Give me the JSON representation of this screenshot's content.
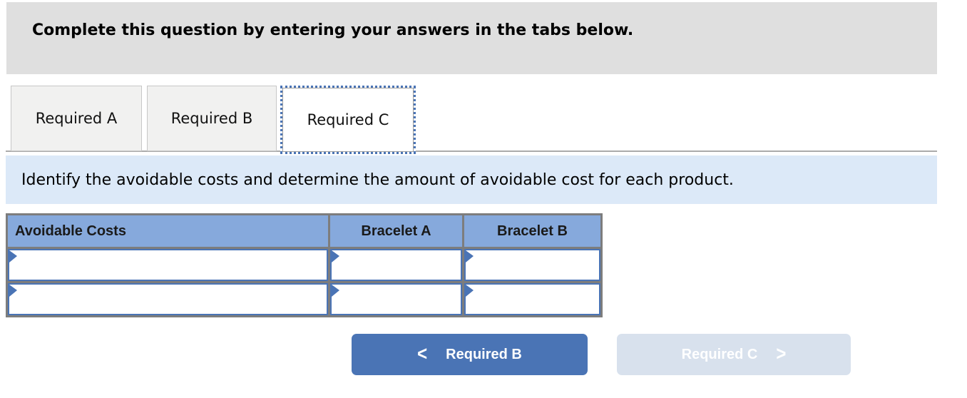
{
  "banner": {
    "text": "Complete this question by entering your answers in the tabs below."
  },
  "tabs": [
    {
      "label": "Required A",
      "active": false
    },
    {
      "label": "Required B",
      "active": false
    },
    {
      "label": "Required C",
      "active": true
    }
  ],
  "panel": {
    "instruction": "Identify the avoidable costs and determine the amount of avoidable cost for each product."
  },
  "table": {
    "columns": [
      {
        "label": "Avoidable Costs"
      },
      {
        "label": "Bracelet A"
      },
      {
        "label": "Bracelet B"
      }
    ],
    "rows": [
      {
        "avoidable_cost": "",
        "bracelet_a": "",
        "bracelet_b": ""
      },
      {
        "avoidable_cost": "",
        "bracelet_a": "",
        "bracelet_b": ""
      }
    ]
  },
  "nav": {
    "prev": {
      "label": "Required B",
      "chevron": "<"
    },
    "next": {
      "label": "Required C",
      "chevron": ">"
    }
  },
  "colors": {
    "accent_blue": "#4a74b5",
    "table_header_blue": "#86a9dc",
    "panel_blue": "#dce9f8",
    "banner_gray": "#dfdfdf",
    "disabled_button_blue": "#d8e1ed",
    "table_frame_gray": "#7d7d7d"
  }
}
